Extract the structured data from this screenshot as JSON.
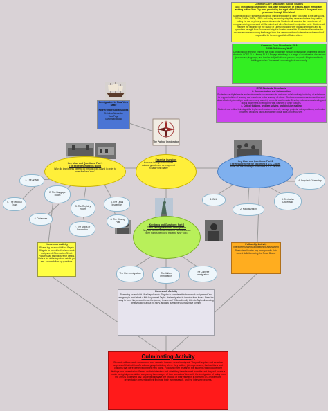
{
  "standards_social": {
    "title": "Common Core Standards: Social Studies",
    "subtitle": "4.7a: Immigrants came to New York State for a variety of reasons. Many immigrants arriving in New York City were greeted by the sight of the Statue of Liberty and were processed through Ellis Island.",
    "body": "Students will trace the arrival of various immigrant groups to New York State in the late 1800s, 1900s, 1940s, 1960s, 1980s and today, examining why they came and where they settled, noting the use of primary source documents. Students will examine the experiences of immigrants being processed at Ellis Island and other Northeast immigration ports. Students will examine the rationale for the Statue of Liberty, including why it was constructed and its symbolism as a gift from France and why it is located where it is. Students will examine the circumstances surrounding the foreign born that were considered subversive or deemed 'not' responsible for becoming a United States citizen."
  },
  "standards_ela": {
    "title": "Common Core Standards: ELA",
    "subtitle": "CCSS.ELA-Literacy.W.4.7",
    "body": "Conduct short research projects that build knowledge through investigation of different aspects of a topic. CCSS.ELA-Literacy.SL.4.1 Engage effectively in a range of collaborative discussions (one-on-one, in groups, and teacher-led) with diverse partners on grade 4 topics and texts, building on others' ideas and expressing their own clearly."
  },
  "standards_iste": {
    "title": "ISTE Students Standards",
    "subtitle": "2. Communication and Collaboration",
    "body": "Students use digital media and environments to communicate and work collaboratively, including at a distance, to support individual learning and contribute to the learning of others. Students communicate information and ideas effectively to multiple audiences using a variety of media and formats. Develop cultural understanding and global awareness by engaging with learners of other cultures.",
    "subtitle2": "4. Critical thinking, problem solving, and decision making",
    "body2": "Students use critical thinking skills to plan and conduct research, manage projects, solve problems, and make informed decisions using appropriate digital tools and resources."
  },
  "grade_card": {
    "title": "Immigration in New York State",
    "course": "Fourth Grade Social Studies",
    "authors": [
      "Christina Alexander",
      "Tara Page",
      "Taylor Napolitano"
    ]
  },
  "compass": {
    "label": "The Path of Immigration"
  },
  "essential_question": {
    "title": "Essential Question:",
    "body": "How has immigration shaped cultural growth and development in New York State?"
  },
  "part1": {
    "title": "Key Ideas and Questions: Part 1",
    "subtitle": "The Experience at Ellis Island",
    "question": "Why did immigrants have to go through Ellis Island in order to enter the New York?"
  },
  "part2": {
    "title": "Key Ideas and Questions: Part 2",
    "subtitle": "The Leading Factors to Immigration",
    "question": "Why did various families around the world leave their homes behind to travel to New York?"
  },
  "part3": {
    "title": "Key Ideas and Questions: Part 3",
    "subtitle": "The Requirements for becoming a U.S. Citizen",
    "question": "What are the four steps to become a U.S. citizen?"
  },
  "part1_steps": [
    "1. The Arrival",
    "2. The Baggage Room",
    "3. The Registry Room",
    "4. The Legal Inspection",
    "5. The Medical Exam",
    "6. Detainees",
    "7. The Stairs of Separation",
    "8. The Kissing Post"
  ],
  "part2_steps": [
    "The Irish Immigration",
    "The Italian Immigration",
    "The Chinese Immigration"
  ],
  "part3_steps": [
    "1. Birth",
    "2. Naturalization",
    "3. Derivative Citizenship",
    "4. Acquired Citizenship"
  ],
  "homework1": {
    "title": "Homework Activity",
    "body": "Please log on and visit Miss Page's Glogster to complete this homework assignment! Observation Sheet: Picture Scan each picture for details. Write a list of the important details you see. Answer follow-up questions."
  },
  "homework2": {
    "title": "Homework Activity",
    "body": "Please log on and visit Miss Napolitano's Glogster to complete this homework assignment! You are going to read about a little boy named Taylor. He immigrated to America from Korea. Read his story to learn his perspective on the journey to America! Write a friendly letter to Taylor discussing what you liked about his story, and any questions you may have for him!"
  },
  "followup": {
    "title": "Follow-Up Activity",
    "subtitle": "Interactive Smart Board Matching Assessment",
    "body": "Students will match key concepts with their correct definition using the Smart Board."
  },
  "culminating": {
    "title": "Culminating Activity",
    "body": "Students will research an ancestor who came to America as an immigrant. They will explore and examine aspects of that individual's cultural group including where they settled, job experiences, the traditions and customs that were preserved in their new home. Following their research, the students will produce their findings in a presentation. Based on their interview and what they have learned from the unit they will create a poster or digital presentation comparing the changes of their ancestors' time with the immigration of today from the 1900's to present day. Students will share the product of their research in the form of a PowerPoint presentation presenting their findings, their own research, and the interview process."
  },
  "colors": {
    "yellow": "#ffff33",
    "green": "#33ee22",
    "purple": "#cc44ee",
    "blue_card": "#4a74d4",
    "oval_yellow": "#ffef3a",
    "oval_blue": "#7fb0ee",
    "oval_green": "#b8f05a",
    "orange_box": "#ffad1f",
    "red_box": "#ff1a1a",
    "connector": "#9a9a9a"
  }
}
